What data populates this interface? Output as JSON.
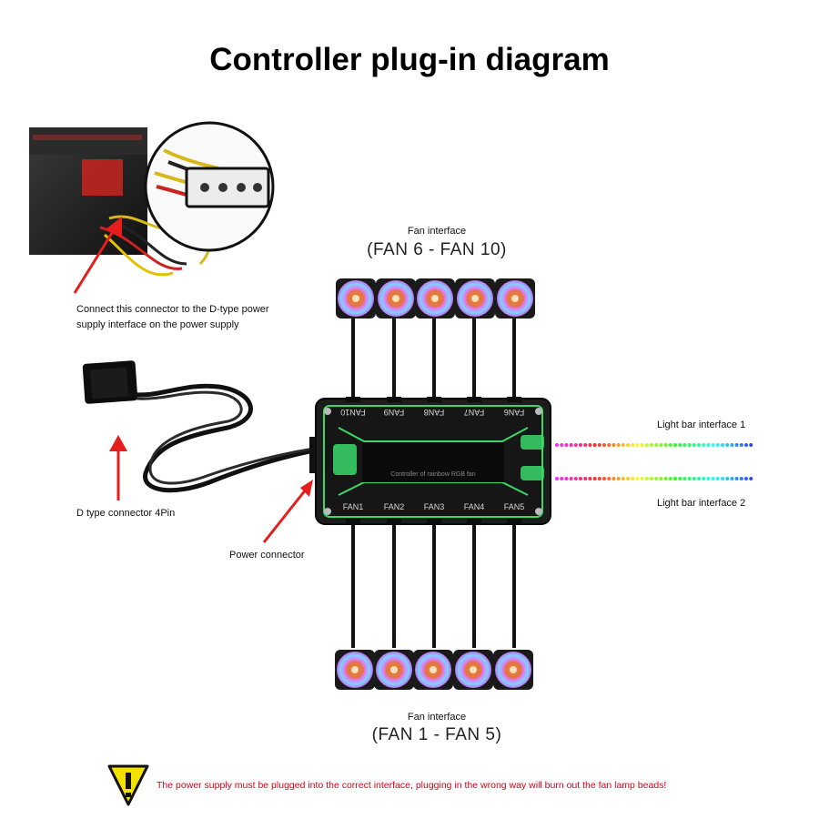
{
  "title": "Controller plug-in diagram",
  "psu_note": {
    "line1": "Connect this connector to the D-type power",
    "line2": "supply interface on the power supply"
  },
  "fan_top": {
    "label": "Fan interface",
    "range": "(FAN 6 - FAN 10)"
  },
  "fan_bottom": {
    "label": "Fan interface",
    "range": "(FAN 1 - FAN 5)"
  },
  "dtype_label": "D type connector 4Pin",
  "power_label": "Power connector",
  "light_bar_1": "Light bar interface 1",
  "light_bar_2": "Light bar interface 2",
  "warning": "The power supply must be plugged into the correct interface, plugging in the wrong way will burn out the fan lamp beads!",
  "controller": {
    "fan_ports_top": [
      "FAN10",
      "FAN9",
      "FAN8",
      "FAN7",
      "FAN6"
    ],
    "fan_ports_bottom": [
      "FAN1",
      "FAN2",
      "FAN3",
      "FAN4",
      "FAN5"
    ],
    "center_text": "Controller of rainbow RGB fan"
  },
  "colors": {
    "arrow": "#e41d1d",
    "warning_text": "#e0001b",
    "warning_icon": "#f4e200",
    "controller_accent": "#39d86a",
    "controller_body": "#1c1c1c"
  },
  "icons": {
    "warning": "warning-triangle-icon",
    "arrow": "red-arrow-icon",
    "fan": "rgb-fan-icon"
  }
}
